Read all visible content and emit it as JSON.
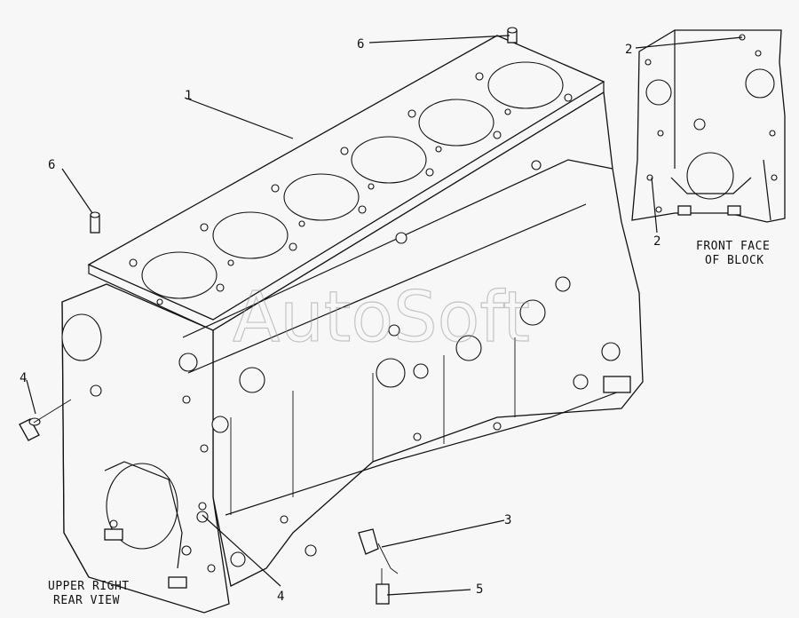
{
  "callouts": [
    "1",
    "2",
    "3",
    "4",
    "5",
    "6"
  ],
  "captions": {
    "front_line1": "FRONT FACE",
    "front_line2": "OF BLOCK",
    "rear_line1": "UPPER RIGHT",
    "rear_line2": "REAR VIEW"
  },
  "watermark": "AutoSoft"
}
